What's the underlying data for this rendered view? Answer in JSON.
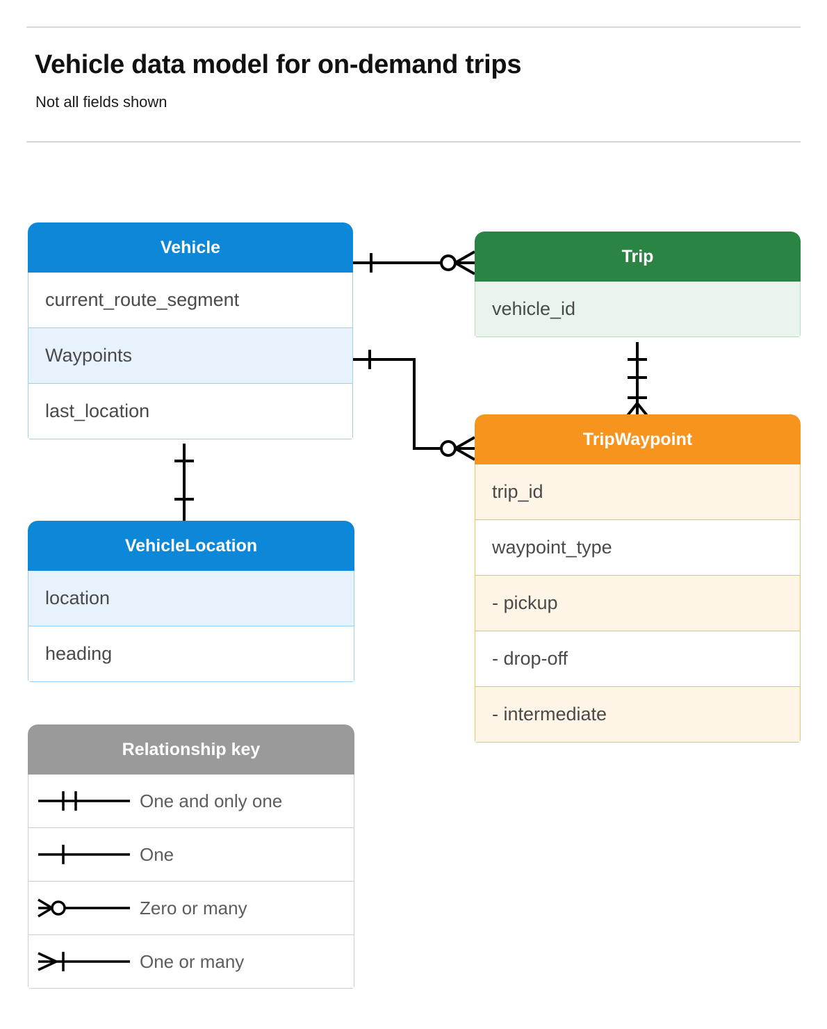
{
  "header": {
    "title": "Vehicle data model for on-demand trips",
    "subtitle": "Not all fields shown"
  },
  "colors": {
    "blue": "#0d87d8",
    "green": "#2a8444",
    "orange": "#f7941e",
    "grey": "#9a9a9a",
    "blue_row_tint": "#e8f2fd",
    "green_row_tint": "#e9f4ec",
    "orange_row_tint": "#fef5e7",
    "grey_row_tint": "#eaeaea",
    "connector": "#000000",
    "rule": "#d8d8d8"
  },
  "entities": [
    {
      "id": "vehicle",
      "name": "Vehicle",
      "color": "blue",
      "fields": [
        "current_route_segment",
        "Waypoints",
        "last_location"
      ]
    },
    {
      "id": "trip",
      "name": "Trip",
      "color": "green",
      "fields": [
        "vehicle_id"
      ]
    },
    {
      "id": "tripwaypoint",
      "name": "TripWaypoint",
      "color": "orange",
      "fields": [
        "trip_id",
        "waypoint_type",
        "-  pickup",
        "-  drop-off",
        "-  intermediate"
      ]
    },
    {
      "id": "vehiclelocation",
      "name": "VehicleLocation",
      "color": "blue",
      "fields": [
        "location",
        "heading"
      ]
    }
  ],
  "legend": {
    "title": "Relationship key",
    "items": [
      {
        "symbol": "one-and-only-one",
        "label": "One and only one"
      },
      {
        "symbol": "one",
        "label": "One"
      },
      {
        "symbol": "zero-or-many",
        "label": "Zero or many"
      },
      {
        "symbol": "one-or-many",
        "label": "One or many"
      }
    ]
  },
  "relationships": [
    {
      "id": "vehicle-trip",
      "from": "Vehicle",
      "to": "Trip",
      "from_cardinality": "one",
      "to_cardinality": "zero-or-many"
    },
    {
      "id": "vehicle-waypoints-tripwaypoint",
      "from": "Vehicle.Waypoints",
      "to": "TripWaypoint",
      "from_cardinality": "one",
      "to_cardinality": "zero-or-many"
    },
    {
      "id": "trip-tripwaypoint",
      "from": "Trip",
      "to": "TripWaypoint",
      "from_cardinality": "one-and-only-one",
      "to_cardinality": "one-or-many"
    },
    {
      "id": "vehicle-vehiclelocation",
      "from": "Vehicle",
      "to": "VehicleLocation",
      "from_cardinality": "one",
      "to_cardinality": "one"
    }
  ]
}
